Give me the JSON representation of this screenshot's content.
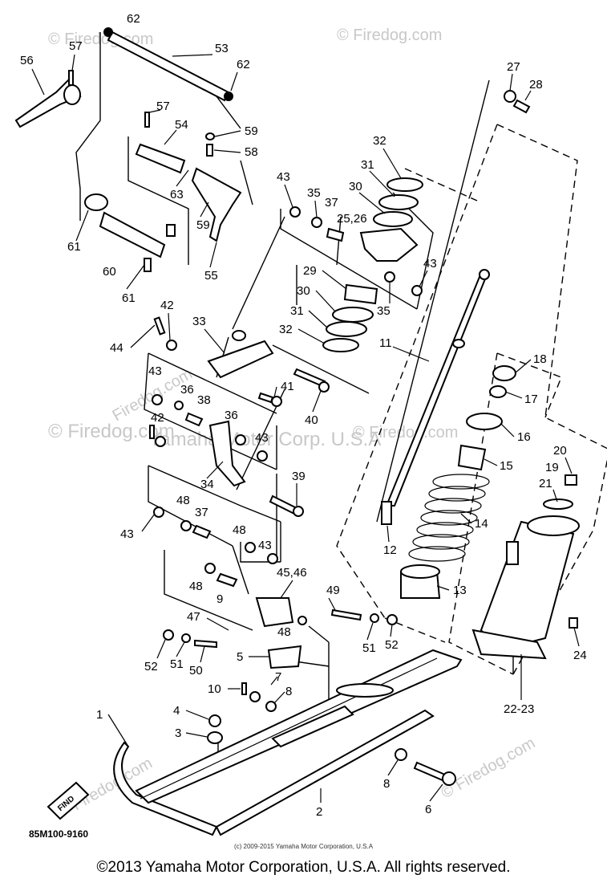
{
  "watermarks": {
    "top_left": "© Firedog.com",
    "top_right": "© Firedog.com",
    "mid_left": "© Firedog.com",
    "mid_center": "Yamaha Motor Corp. U.S.A",
    "mid_right": "© Firedog.com",
    "diag_left": "Firedog.com",
    "bottom_right": "© Firedog.com",
    "bottom_left": "Firedog.com"
  },
  "callouts": {
    "c62a": "62",
    "c57a": "57",
    "c56": "56",
    "c53": "53",
    "c62b": "62",
    "c57b": "57",
    "c54": "54",
    "c59a": "59",
    "c58": "58",
    "c63": "63",
    "c59b": "59",
    "c61a": "61",
    "c60": "60",
    "c61b": "61",
    "c55": "55",
    "c27": "27",
    "c28": "28",
    "c32a": "32",
    "c31a": "31",
    "c30a": "30",
    "c43a": "43",
    "c35a": "35",
    "c37a": "37",
    "c2526": "25,26",
    "c43b": "43",
    "c29": "29",
    "c35b": "35",
    "c30b": "30",
    "c31b": "31",
    "c32b": "32",
    "c42a": "42",
    "c33": "33",
    "c44": "44",
    "c11": "11",
    "c43c": "43",
    "c36a": "36",
    "c38": "38",
    "c41": "41",
    "c40": "40",
    "c18": "18",
    "c17": "17",
    "c42b": "42",
    "c36b": "36",
    "c43d": "43",
    "c16": "16",
    "c20": "20",
    "c34": "34",
    "c39": "39",
    "c15": "15",
    "c19": "19",
    "c21": "21",
    "c43e": "43",
    "c48a": "48",
    "c37b": "37",
    "c48b": "48",
    "c43f": "43",
    "c14": "14",
    "c12": "12",
    "c4546": "45,46",
    "c48c": "48",
    "c9": "9",
    "c49": "49",
    "c13": "13",
    "c47": "47",
    "c48d": "48",
    "c51a": "51",
    "c52a": "52",
    "c52b": "52",
    "c51b": "51",
    "c50": "50",
    "c5": "5",
    "c24": "24",
    "c7": "7",
    "c10": "10",
    "c8a": "8",
    "c2223": "22-23",
    "c1": "1",
    "c4": "4",
    "c3": "3",
    "c8b": "8",
    "c6": "6",
    "c2": "2"
  },
  "find_label": "FIND",
  "diagram_code": "85M100-9160",
  "tiny_copyright": "(c) 2009-2015 Yamaha Motor Corporation, U.S.A",
  "copyright": "©2013 Yamaha Motor Corporation, U.S.A. All rights reserved."
}
